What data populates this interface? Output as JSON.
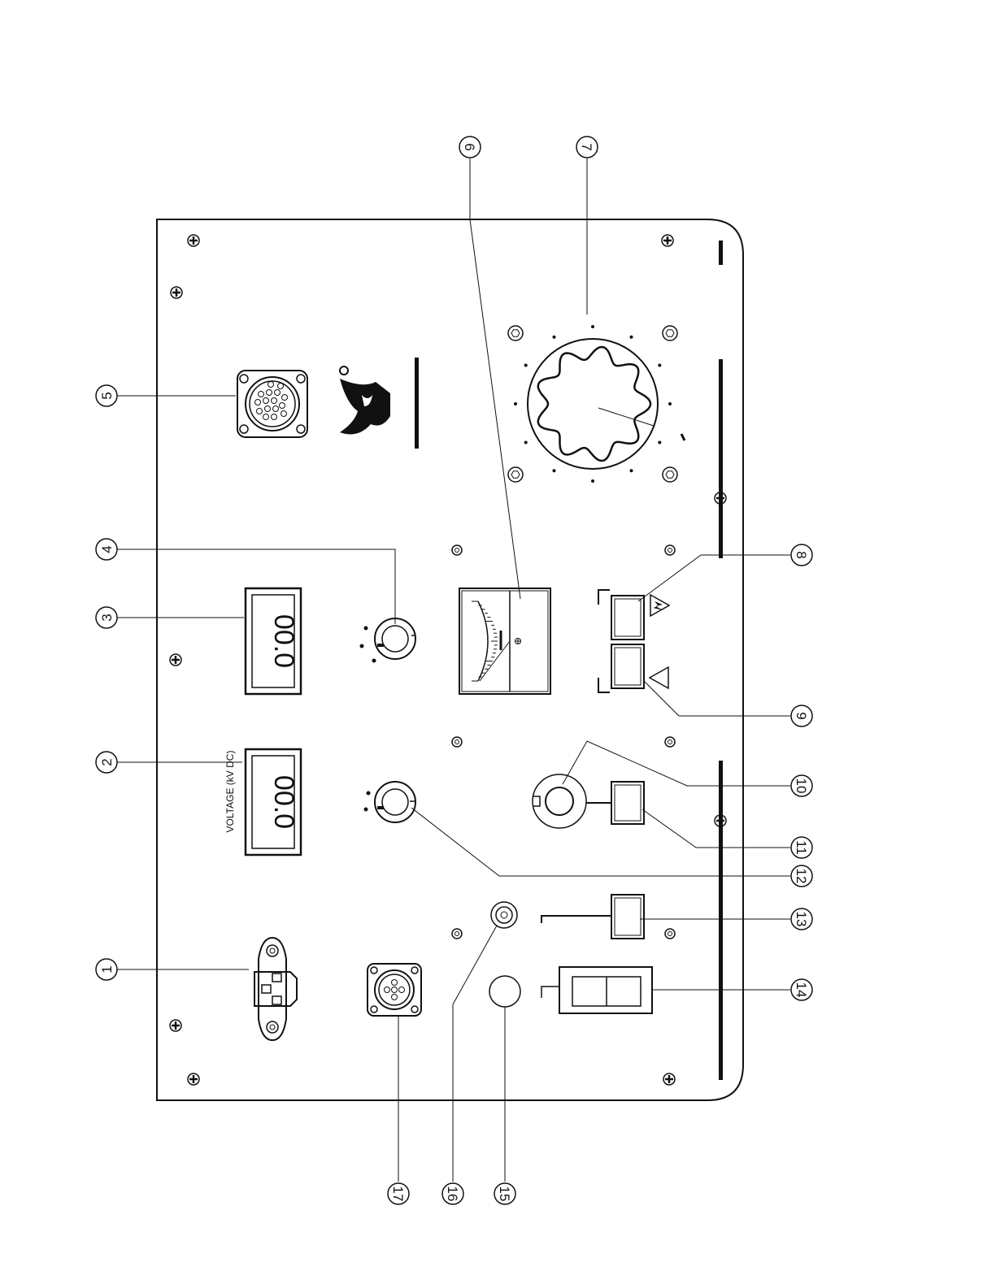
{
  "panel": {
    "voltage_label": "VOLTAGE (kV DC)",
    "display_2_reading": "00.0",
    "display_3_reading": "00.0"
  },
  "callouts": [
    "1",
    "2",
    "3",
    "4",
    "5",
    "6",
    "7",
    "8",
    "9",
    "10",
    "11",
    "12",
    "13",
    "14",
    "15",
    "16",
    "17"
  ],
  "icons": {
    "connector_5": "circular-multipin-connector-icon",
    "logo": "wolf-head-logo-icon",
    "meter": "analog-panel-meter-icon",
    "knob": "large-rotary-knob-icon",
    "warning_8": "high-voltage-warning-triangle-icon",
    "warning_9": "caution-triangle-icon",
    "power_inlet": "iec-power-inlet-icon",
    "connector_17": "round-5-pin-connector-icon",
    "screw": "phillips-screw-icon"
  },
  "colors": {
    "ink": "#111111",
    "paper": "#ffffff"
  }
}
